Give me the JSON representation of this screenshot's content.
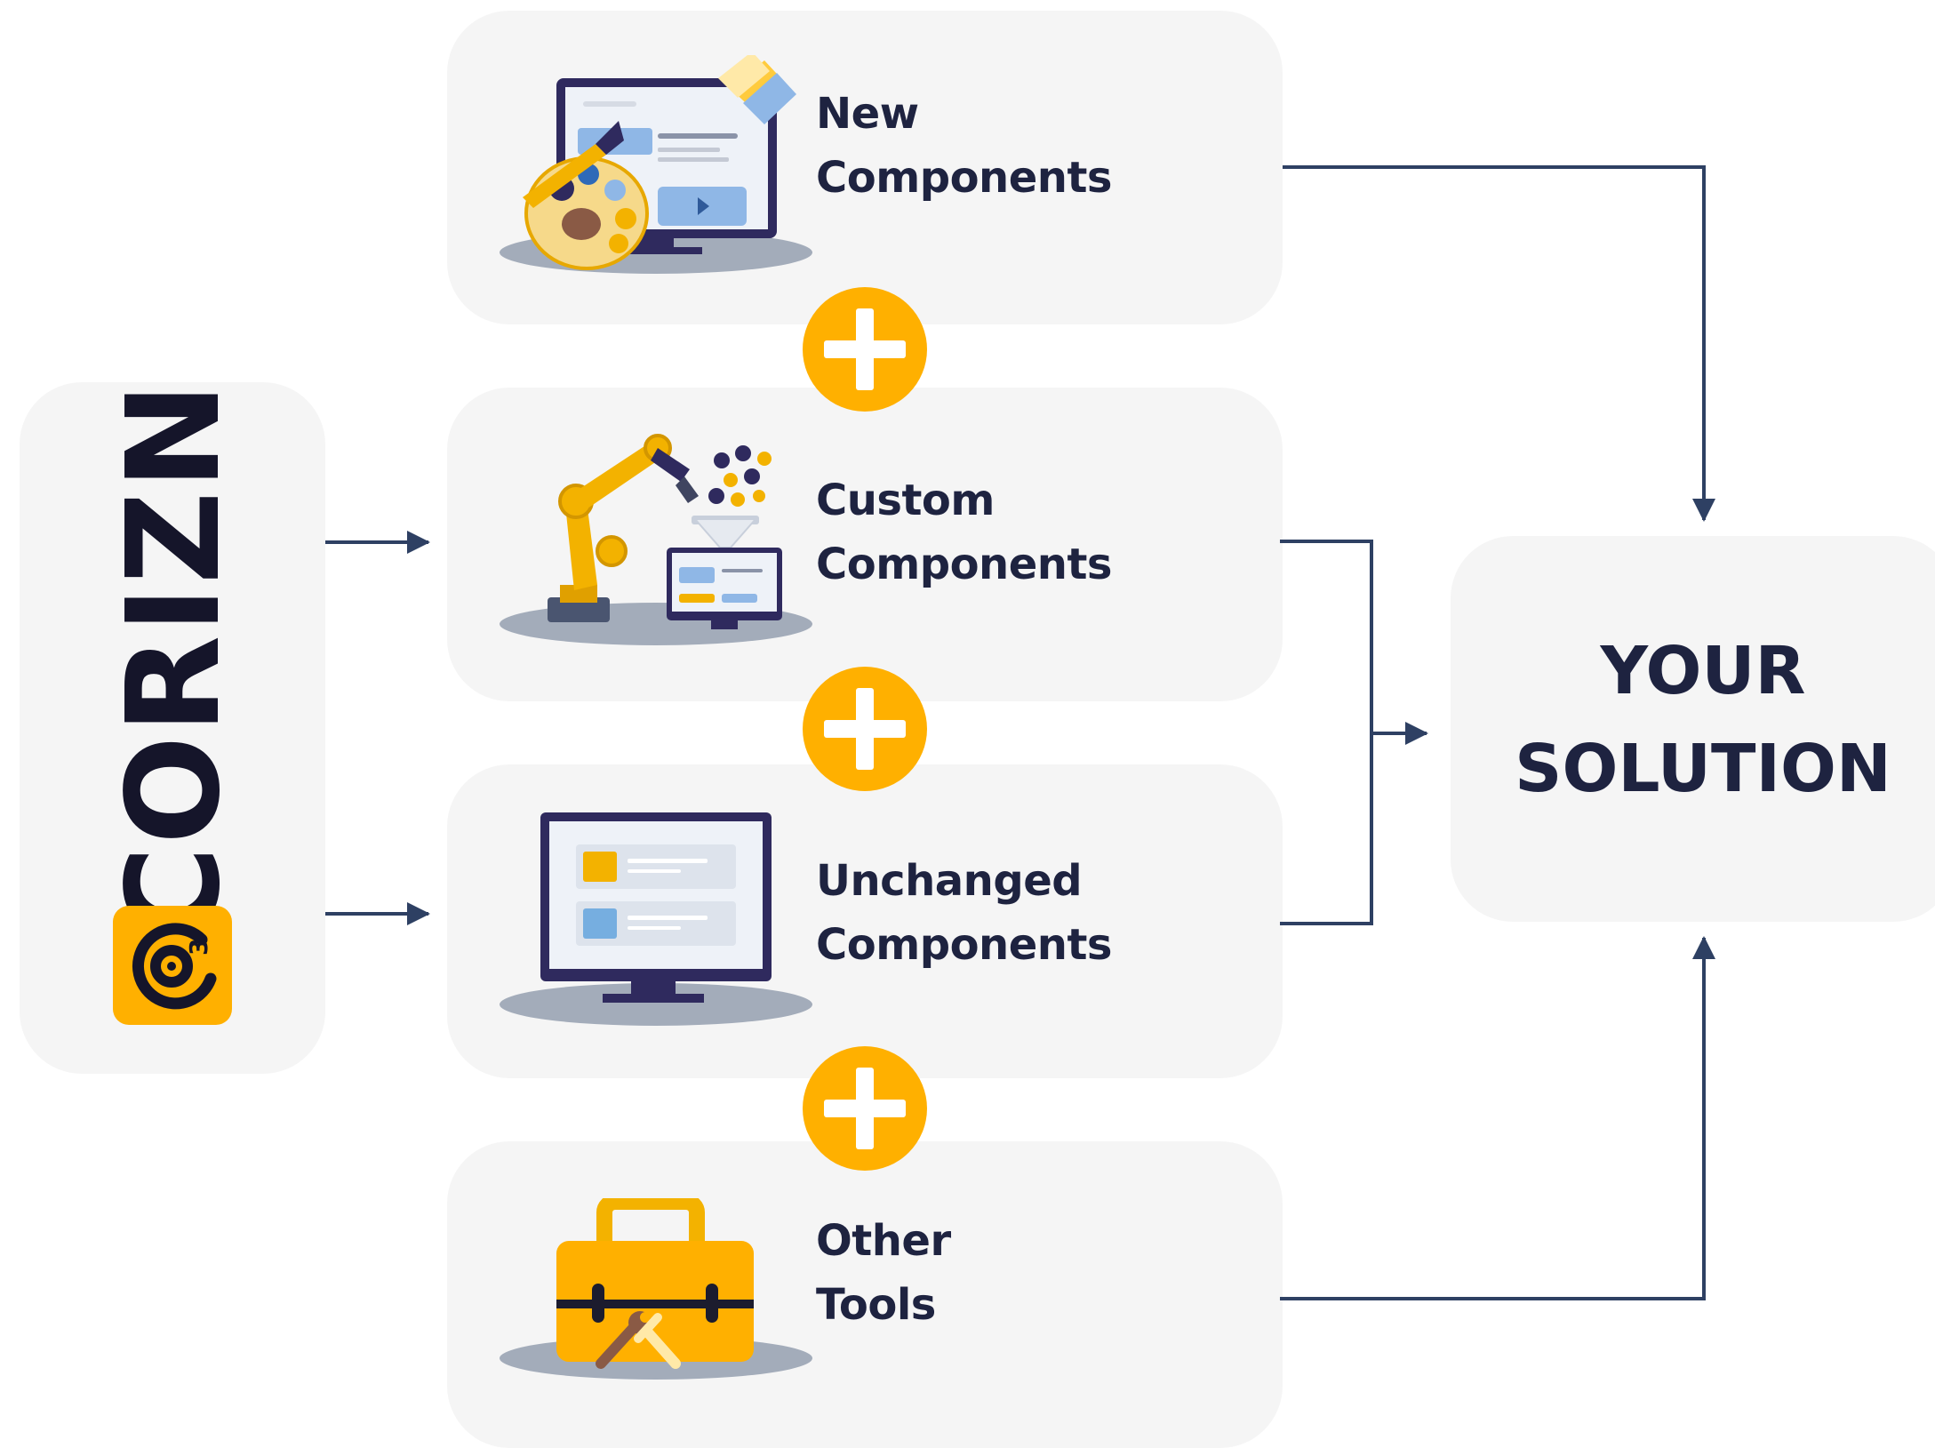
{
  "brand": {
    "name": "CORIZN"
  },
  "components": [
    {
      "line1": "New",
      "line2": "Components",
      "icon": "palette-monitor-icon"
    },
    {
      "line1": "Custom",
      "line2": "Components",
      "icon": "robot-arm-icon"
    },
    {
      "line1": "Unchanged",
      "line2": "Components",
      "icon": "monitor-icon"
    },
    {
      "line1": "Other",
      "line2": "Tools",
      "icon": "toolbox-icon"
    }
  ],
  "result": {
    "line1": "YOUR",
    "line2": "SOLUTION"
  },
  "colors": {
    "accent": "#FFB000",
    "navy": "#1E2340",
    "arrow": "#2E4063",
    "panel": "#F5F5F5"
  }
}
